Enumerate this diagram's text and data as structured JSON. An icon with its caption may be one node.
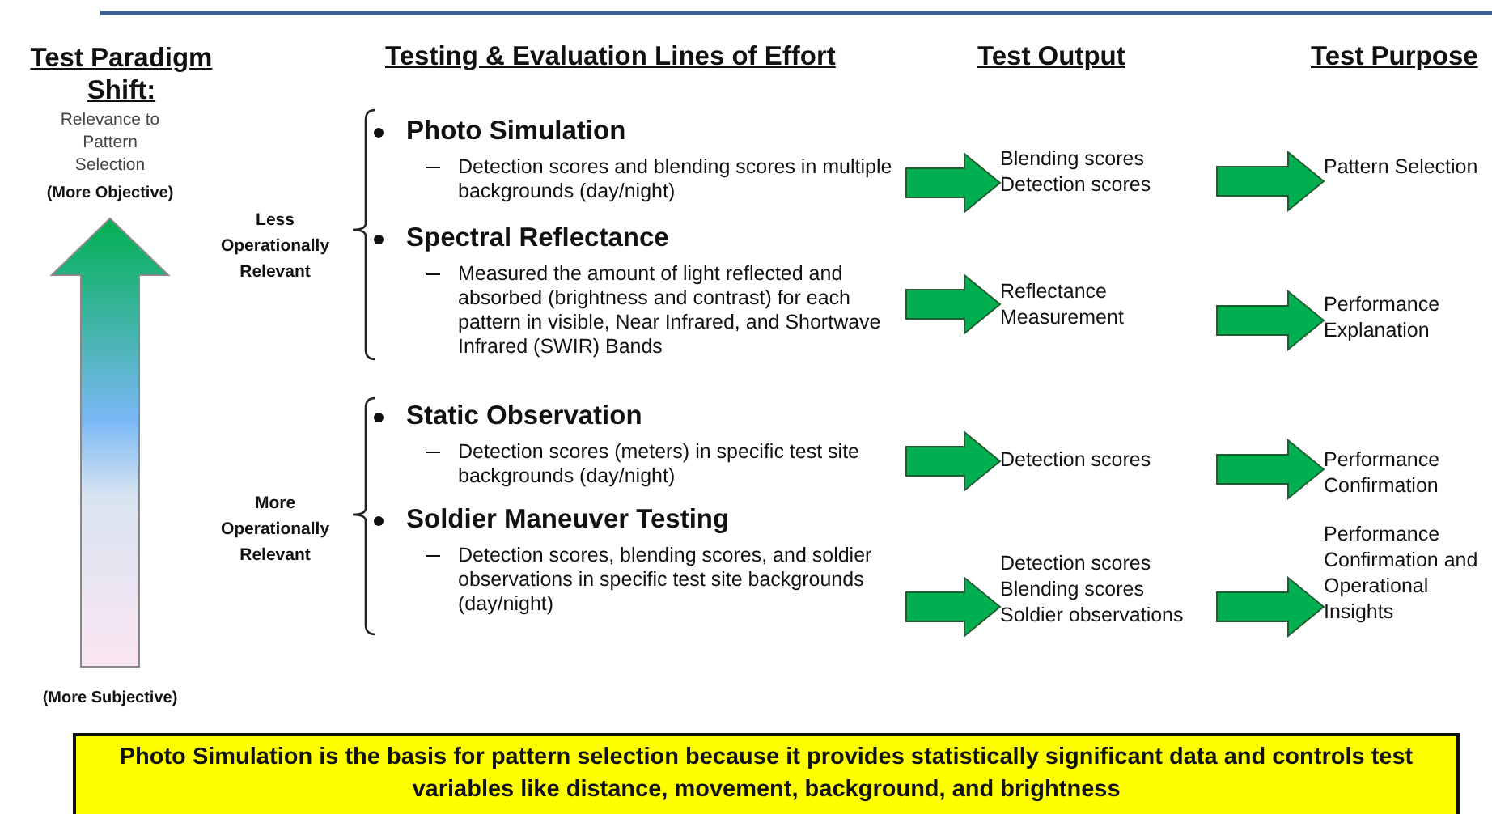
{
  "diagram": {
    "nodes": [
      {
        "text": [
          "Photo Simulation",
          "Detection scores and blending scores  in multiple backgrounds (day/night)"
        ]
      },
      {
        "text": [
          "Spectral Reflectance",
          "Measured the amount of light reflected and absorbed (brightness and contrast) for each pattern in visible, Near Infrared, and Shortwave Infrared (SWIR) Bands"
        ]
      },
      {
        "text": [
          "Static Observation",
          "Detection scores (meters) in specific test site backgrounds (day/night)"
        ]
      },
      {
        "text": [
          "Soldier Maneuver Testing",
          "Detection scores, blending scores, and soldier observations in specific test site backgrounds (day/night)"
        ]
      },
      {
        "text": [
          "Blending scores",
          "Detection scores"
        ]
      },
      {
        "text": [
          "Reflectance Measurement"
        ]
      },
      {
        "text": [
          "Detection scores"
        ]
      },
      {
        "text": [
          "Detection scores",
          "Blending scores",
          "Soldier observations"
        ]
      },
      {
        "text": [
          "Pattern Selection"
        ]
      },
      {
        "text": [
          "Performance Explanation"
        ]
      },
      {
        "text": [
          "Performance Confirmation"
        ]
      },
      {
        "text": [
          "Performance Confirmation and Operational Insights"
        ]
      },
      {
        "text": [
          "Photo Simulation is the basis for pattern selection because it provides statistically significant data and controls test variables like distance, movement, background, and brightness"
        ]
      }
    ],
    "edges": [
      {
        "from": 0,
        "to": 4,
        "arrow": "to"
      },
      {
        "from": 1,
        "to": 5,
        "arrow": "to"
      },
      {
        "from": 2,
        "to": 6,
        "arrow": "to"
      },
      {
        "from": 3,
        "to": 7,
        "arrow": "to"
      },
      {
        "from": 4,
        "to": 8,
        "arrow": "to"
      },
      {
        "from": 5,
        "to": 9,
        "arrow": "to"
      },
      {
        "from": 6,
        "to": 10,
        "arrow": "to"
      },
      {
        "from": 7,
        "to": 11,
        "arrow": "to"
      }
    ],
    "labels": [
      "Test Paradigm Shift:",
      "Testing & Evaluation Lines of Effort",
      "Test Output",
      "Test Purpose",
      "Relevance to Pattern Selection",
      "(More Objective)",
      "Less Operationally Relevant",
      "More Operationally Relevant",
      "(More Subjective)"
    ]
  }
}
